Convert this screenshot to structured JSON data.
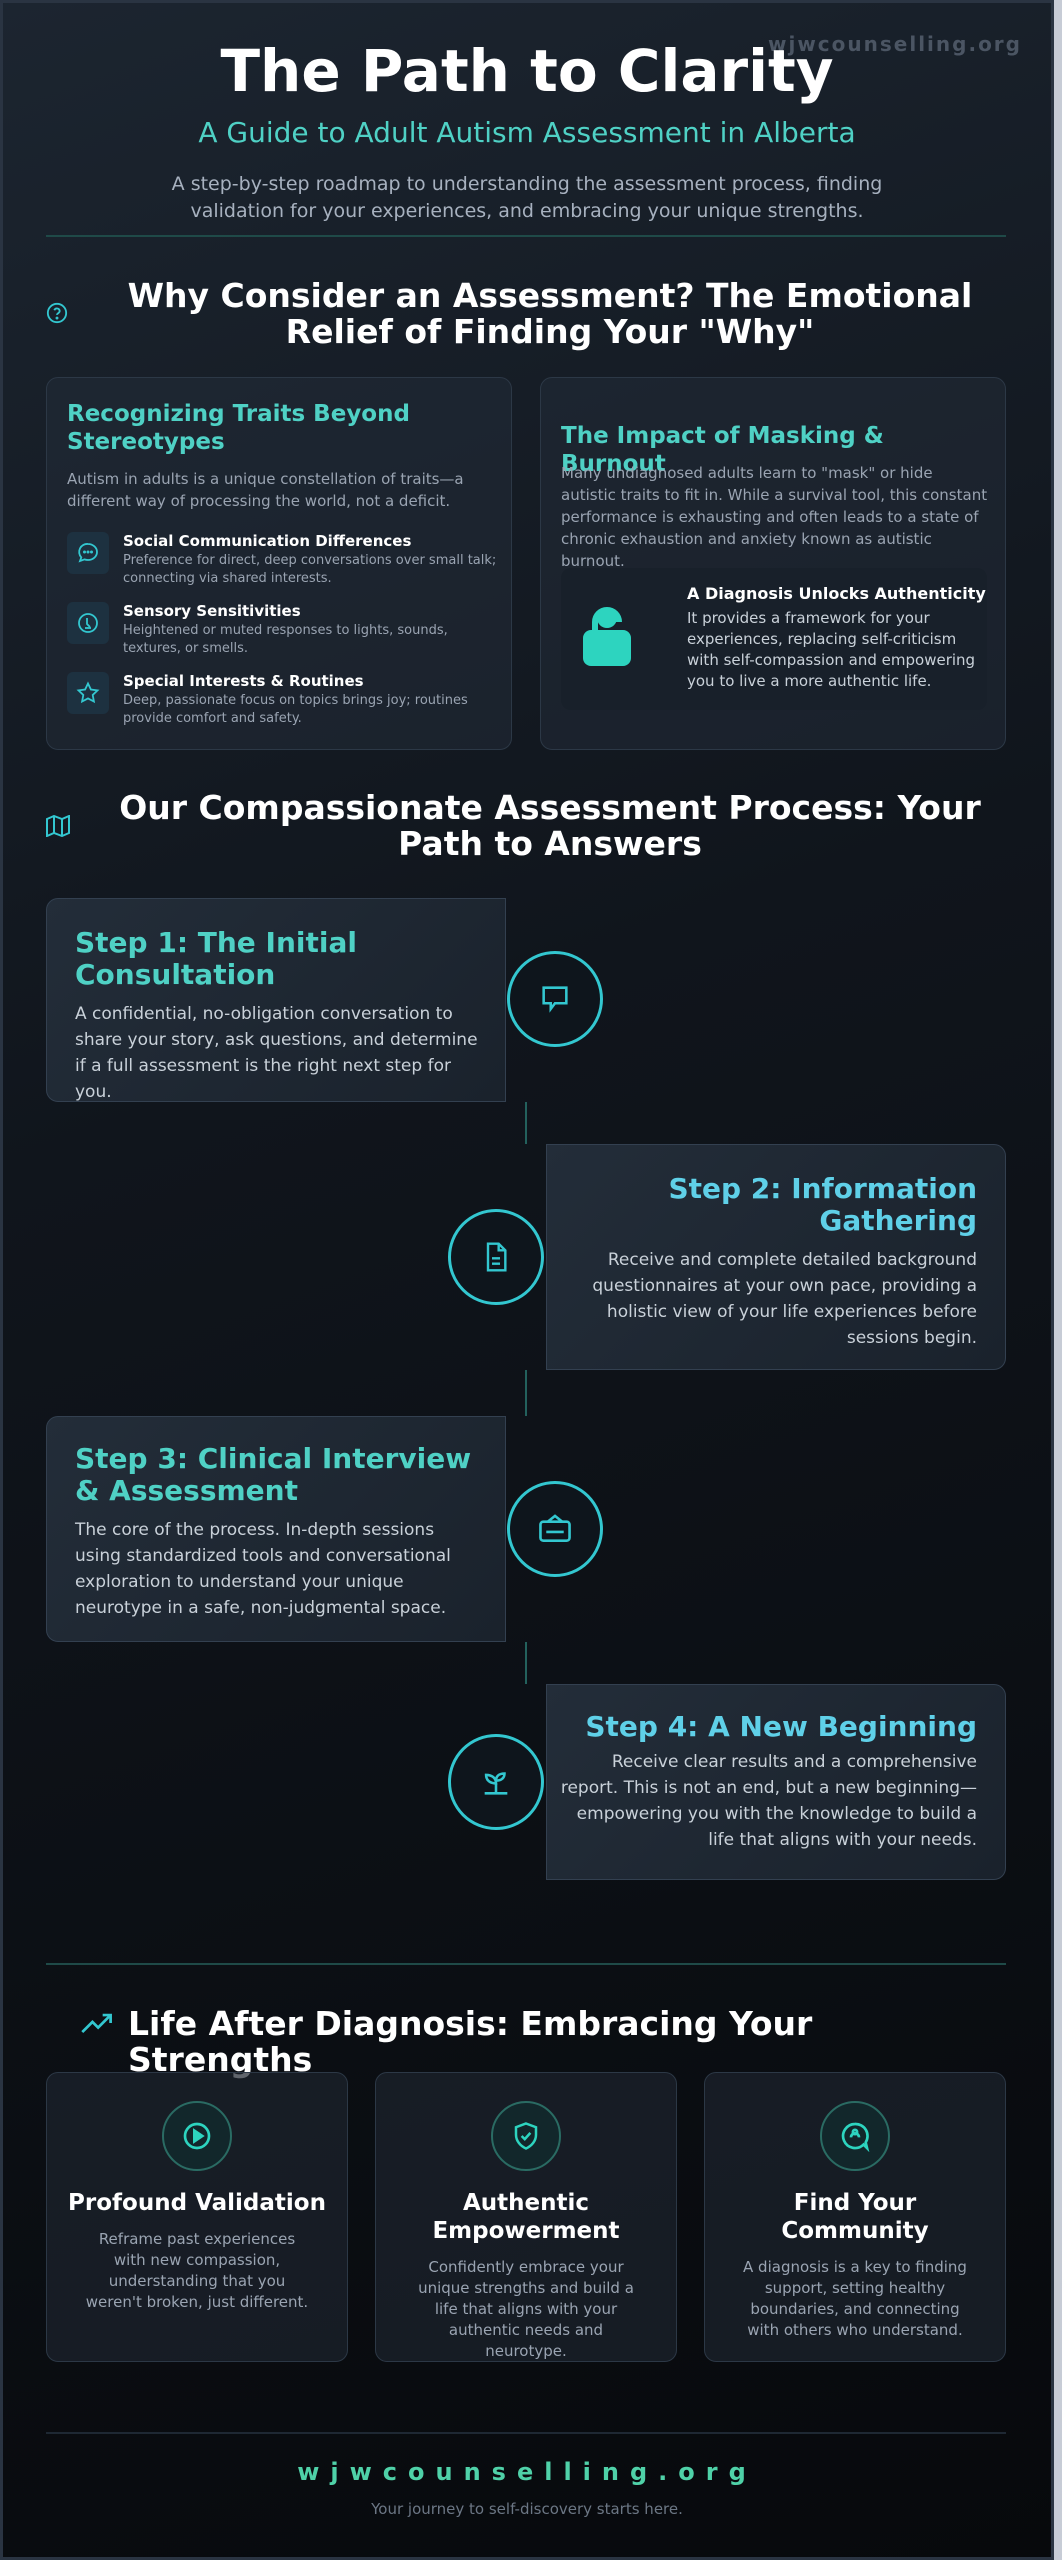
{
  "watermark": "wjwcounselling.org",
  "header": {
    "title": "The Path to Clarity",
    "subtitle": "A Guide to Adult Autism Assessment in Alberta",
    "intro": "A step-by-step roadmap to understanding the assessment process, finding validation for your experiences, and embracing your unique strengths."
  },
  "why": {
    "title": "Why Consider an Assessment? The Emotional Relief of Finding Your \"Why\"",
    "icon": "help-circle-icon",
    "traits_card": {
      "title": "Recognizing Traits Beyond Stereotypes",
      "body": "Autism in adults is a unique constellation of traits—a different way of processing the world, not a deficit.",
      "traits": [
        {
          "title": "Social Communication Differences",
          "desc": "Preference for direct, deep conversations over small talk; connecting via shared interests.",
          "icon": "chat-icon"
        },
        {
          "title": "Sensory Sensitivities",
          "desc": "Heightened or muted responses to lights, sounds, textures, or smells.",
          "icon": "sensory-icon"
        },
        {
          "title": "Special Interests & Routines",
          "desc": "Deep, passionate focus on topics brings joy; routines provide comfort and safety.",
          "icon": "star-icon"
        }
      ]
    },
    "masking_card": {
      "title": "The Impact of Masking & Burnout",
      "body": "Many undiagnosed adults learn to \"mask\" or hide autistic traits to fit in. While a survival tool, this constant performance is exhausting and often leads to a state of chronic exhaustion and anxiety known as autistic burnout.",
      "inset_title": "A Diagnosis Unlocks Authenticity",
      "inset_body": "It provides a framework for your experiences, replacing self-criticism with self-compassion and empowering you to live a more authentic life.",
      "inset_icon": "unlock-icon"
    }
  },
  "process": {
    "title": "Our Compassionate Assessment Process: Your Path to Answers",
    "icon": "map-icon",
    "steps": [
      {
        "title": "Step 1: The Initial Consultation",
        "body": "A confidential, no-obligation conversation to share your story, ask questions, and determine if a full assessment is the right next step for you.",
        "icon": "message-icon"
      },
      {
        "title": "Step 2: Information Gathering",
        "body": "Receive and complete detailed background questionnaires at your own pace, providing a holistic view of your life experiences before sessions begin.",
        "icon": "document-icon"
      },
      {
        "title": "Step 3: Clinical Interview & Assessment",
        "body": "The core of the process. In-depth sessions using standardized tools and conversational exploration to understand your unique neurotype in a safe, non-judgmental space.",
        "icon": "interview-icon"
      },
      {
        "title": "Step 4: A New Beginning",
        "body": "Receive clear results and a comprehensive report. This is not an end, but a new beginning—empowering you with the knowledge to build a life that aligns with your needs.",
        "icon": "seedling-icon"
      }
    ],
    "colors": {
      "step_odd": "#4fd1c5",
      "step_even": "#5fd0e8"
    }
  },
  "life": {
    "title": "Life After Diagnosis: Embracing Your Strengths",
    "icon": "trending-up-icon",
    "cards": [
      {
        "title": "Profound Validation",
        "body": "Reframe past experiences with new compassion, understanding that you weren't broken, just different.",
        "icon": "play-circle-icon"
      },
      {
        "title": "Authentic Empowerment",
        "body": "Confidently embrace your unique strengths and build a life that aligns with your authentic needs and neurotype.",
        "icon": "shield-check-icon"
      },
      {
        "title": "Find Your Community",
        "body": "A diagnosis is a key to finding support, setting healthy boundaries, and connecting with others who understand.",
        "icon": "community-icon"
      }
    ]
  },
  "footer": {
    "brand": "wjwcounselling.org",
    "tagline": "Your journey to self-discovery starts here."
  }
}
